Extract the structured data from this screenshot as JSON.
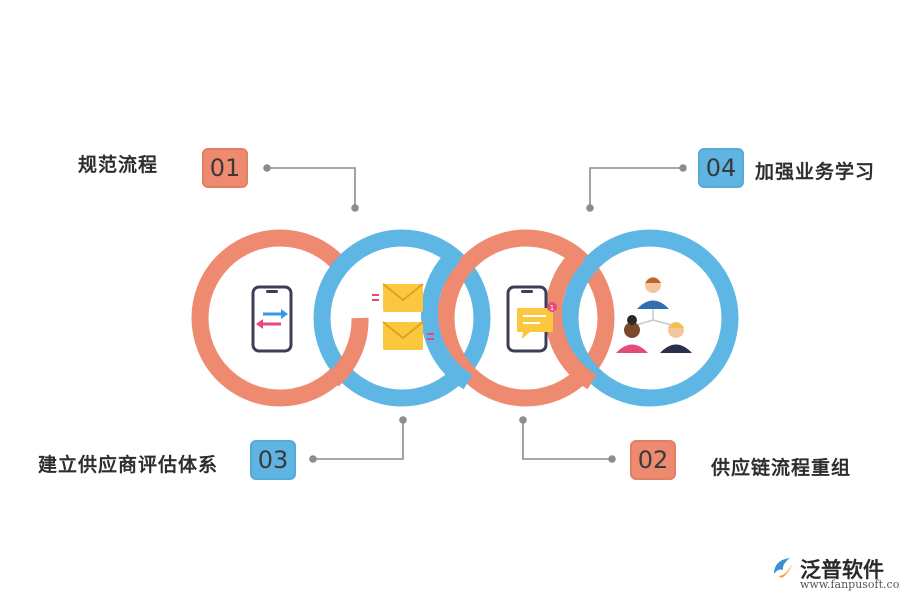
{
  "steps": [
    {
      "number": "01",
      "label": "规范流程"
    },
    {
      "number": "02",
      "label": "供应链流程重组"
    },
    {
      "number": "03",
      "label": "建立供应商评估体系"
    },
    {
      "number": "04",
      "label": "加强业务学习"
    }
  ],
  "icons": [
    "phone-transfer-icon",
    "envelopes-icon",
    "phone-chat-icon",
    "people-network-icon"
  ],
  "notification_count": "1",
  "brand": {
    "name": "泛普软件",
    "url": "www.fanpusoft.com"
  },
  "colors": {
    "red": "#ee8a6f",
    "blue": "#5eb6e4",
    "connector": "#8c8c8c"
  }
}
